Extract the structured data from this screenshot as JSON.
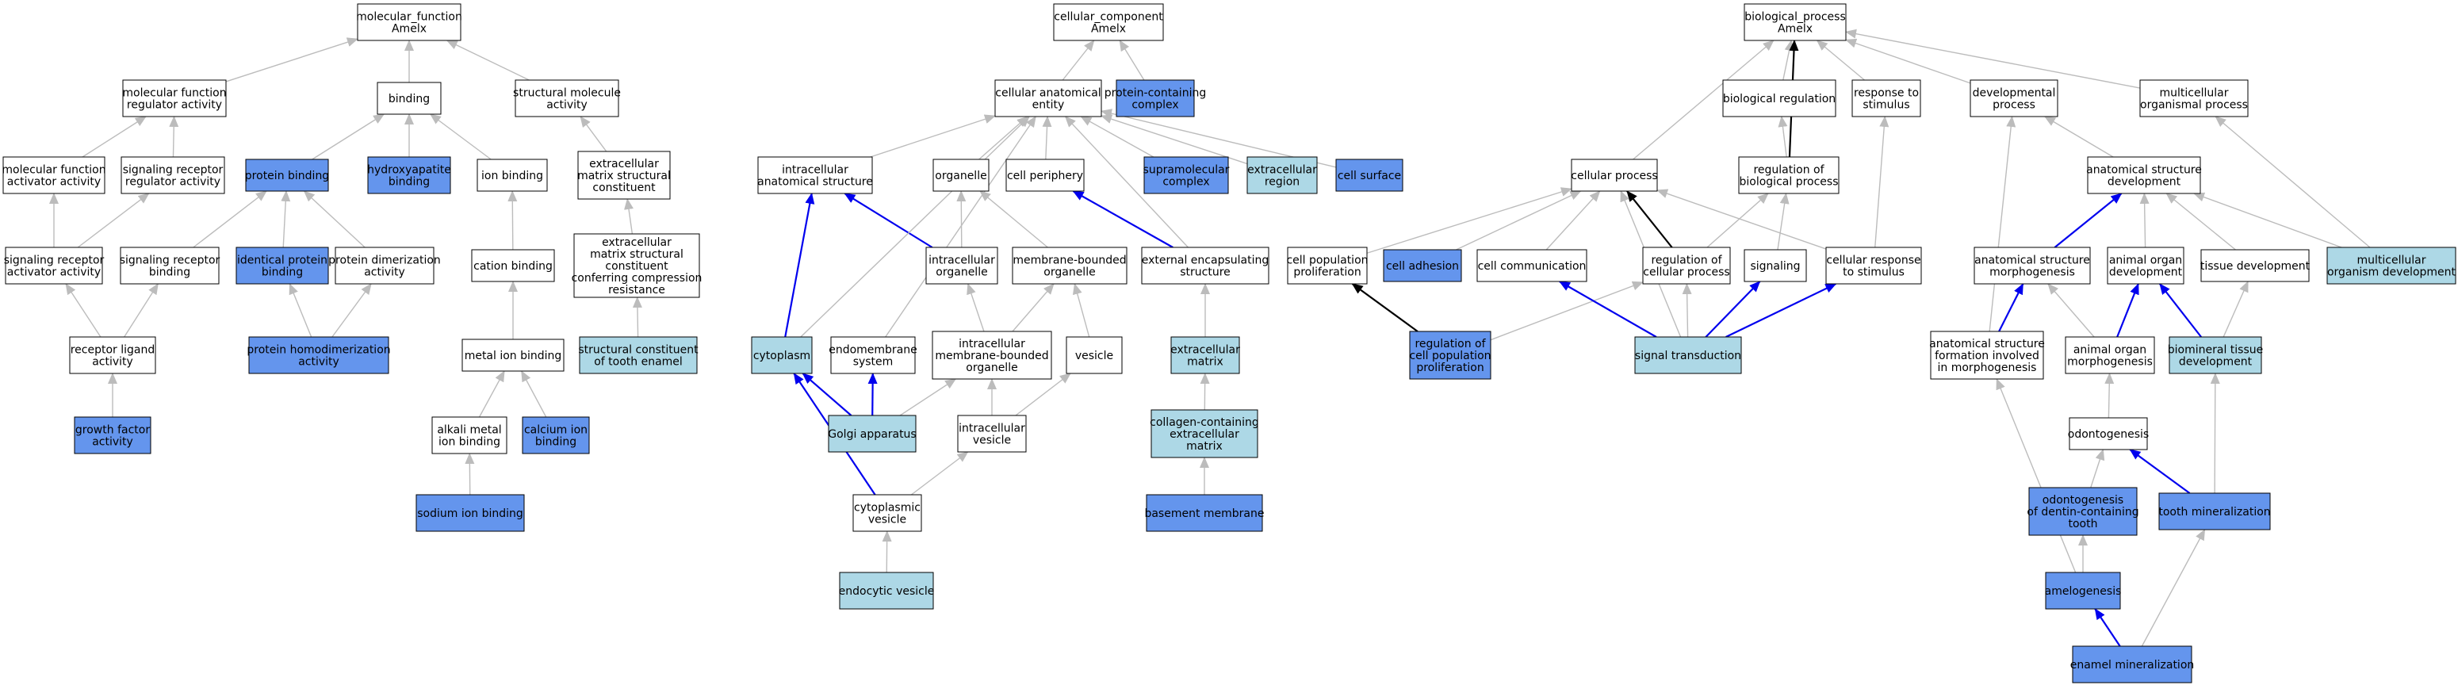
{
  "colors": {
    "white": "#ffffff",
    "blue": "#6495ed",
    "lightblue": "#add8e6",
    "edge_gray": "#bcbcbc",
    "edge_blue": "#0000ee",
    "edge_black": "#000000"
  },
  "nodes": [
    {
      "id": "mf",
      "lines": [
        "molecular_function",
        "Amelx"
      ],
      "fill": "white"
    },
    {
      "id": "mfreg",
      "lines": [
        "molecular function",
        "regulator activity"
      ],
      "fill": "white"
    },
    {
      "id": "binding",
      "lines": [
        "binding"
      ],
      "fill": "white"
    },
    {
      "id": "structmol",
      "lines": [
        "structural molecule",
        "activity"
      ],
      "fill": "white"
    },
    {
      "id": "mfact",
      "lines": [
        "molecular function",
        "activator activity"
      ],
      "fill": "white"
    },
    {
      "id": "srra",
      "lines": [
        "signaling receptor",
        "regulator activity"
      ],
      "fill": "white"
    },
    {
      "id": "protbind",
      "lines": [
        "protein binding"
      ],
      "fill": "blue"
    },
    {
      "id": "hydroxy",
      "lines": [
        "hydroxyapatite",
        "binding"
      ],
      "fill": "blue"
    },
    {
      "id": "ionbind",
      "lines": [
        "ion binding"
      ],
      "fill": "white"
    },
    {
      "id": "ecmsc",
      "lines": [
        "extracellular",
        "matrix structural",
        "constituent"
      ],
      "fill": "white"
    },
    {
      "id": "sraa",
      "lines": [
        "signaling receptor",
        "activator activity"
      ],
      "fill": "white"
    },
    {
      "id": "srb",
      "lines": [
        "signaling receptor",
        "binding"
      ],
      "fill": "white"
    },
    {
      "id": "identprot",
      "lines": [
        "identical protein",
        "binding"
      ],
      "fill": "blue"
    },
    {
      "id": "protdimer",
      "lines": [
        "protein dimerization",
        "activity"
      ],
      "fill": "white"
    },
    {
      "id": "cationbind",
      "lines": [
        "cation binding"
      ],
      "fill": "white"
    },
    {
      "id": "ecmscc",
      "lines": [
        "extracellular",
        "matrix structural",
        "constituent",
        "conferring compression",
        "resistance"
      ],
      "fill": "white"
    },
    {
      "id": "rla",
      "lines": [
        "receptor ligand",
        "activity"
      ],
      "fill": "white"
    },
    {
      "id": "phd",
      "lines": [
        "protein homodimerization",
        "activity"
      ],
      "fill": "blue"
    },
    {
      "id": "metalion",
      "lines": [
        "metal ion binding"
      ],
      "fill": "white"
    },
    {
      "id": "scte",
      "lines": [
        "structural constituent",
        "of tooth enamel"
      ],
      "fill": "lightblue"
    },
    {
      "id": "gfa",
      "lines": [
        "growth factor",
        "activity"
      ],
      "fill": "blue"
    },
    {
      "id": "alkali",
      "lines": [
        "alkali metal",
        "ion binding"
      ],
      "fill": "white"
    },
    {
      "id": "calcium",
      "lines": [
        "calcium ion",
        "binding"
      ],
      "fill": "blue"
    },
    {
      "id": "sodium",
      "lines": [
        "sodium ion binding"
      ],
      "fill": "blue"
    },
    {
      "id": "cc",
      "lines": [
        "cellular_component",
        "Amelx"
      ],
      "fill": "white"
    },
    {
      "id": "cae",
      "lines": [
        "cellular anatomical",
        "entity"
      ],
      "fill": "white"
    },
    {
      "id": "pcc",
      "lines": [
        "protein-containing",
        "complex"
      ],
      "fill": "blue"
    },
    {
      "id": "ias",
      "lines": [
        "intracellular",
        "anatomical structure"
      ],
      "fill": "white"
    },
    {
      "id": "organelle",
      "lines": [
        "organelle"
      ],
      "fill": "white"
    },
    {
      "id": "cellper",
      "lines": [
        "cell periphery"
      ],
      "fill": "white"
    },
    {
      "id": "supramol",
      "lines": [
        "supramolecular",
        "complex"
      ],
      "fill": "blue"
    },
    {
      "id": "ecregion",
      "lines": [
        "extracellular",
        "region"
      ],
      "fill": "lightblue"
    },
    {
      "id": "cellsurf",
      "lines": [
        "cell surface"
      ],
      "fill": "blue"
    },
    {
      "id": "intraorg",
      "lines": [
        "intracellular",
        "organelle"
      ],
      "fill": "white"
    },
    {
      "id": "mborg",
      "lines": [
        "membrane-bounded",
        "organelle"
      ],
      "fill": "white"
    },
    {
      "id": "exencap",
      "lines": [
        "external encapsulating",
        "structure"
      ],
      "fill": "white"
    },
    {
      "id": "cytoplasm",
      "lines": [
        "cytoplasm"
      ],
      "fill": "lightblue"
    },
    {
      "id": "endomem",
      "lines": [
        "endomembrane",
        "system"
      ],
      "fill": "white"
    },
    {
      "id": "imbo",
      "lines": [
        "intracellular",
        "membrane-bounded",
        "organelle"
      ],
      "fill": "white"
    },
    {
      "id": "vesicle",
      "lines": [
        "vesicle"
      ],
      "fill": "white"
    },
    {
      "id": "ecm",
      "lines": [
        "extracellular",
        "matrix"
      ],
      "fill": "lightblue"
    },
    {
      "id": "golgi",
      "lines": [
        "Golgi apparatus"
      ],
      "fill": "lightblue"
    },
    {
      "id": "intraves",
      "lines": [
        "intracellular",
        "vesicle"
      ],
      "fill": "white"
    },
    {
      "id": "collagen",
      "lines": [
        "collagen-containing",
        "extracellular",
        "matrix"
      ],
      "fill": "lightblue"
    },
    {
      "id": "cytoves",
      "lines": [
        "cytoplasmic",
        "vesicle"
      ],
      "fill": "white"
    },
    {
      "id": "basement",
      "lines": [
        "basement membrane"
      ],
      "fill": "blue"
    },
    {
      "id": "endoves",
      "lines": [
        "endocytic vesicle"
      ],
      "fill": "lightblue"
    },
    {
      "id": "bp",
      "lines": [
        "biological_process",
        "Amelx"
      ],
      "fill": "white"
    },
    {
      "id": "bioreg",
      "lines": [
        "biological regulation"
      ],
      "fill": "white"
    },
    {
      "id": "resp",
      "lines": [
        "response to",
        "stimulus"
      ],
      "fill": "white"
    },
    {
      "id": "devproc",
      "lines": [
        "developmental",
        "process"
      ],
      "fill": "white"
    },
    {
      "id": "multiorg",
      "lines": [
        "multicellular",
        "organismal process"
      ],
      "fill": "white"
    },
    {
      "id": "cellproc",
      "lines": [
        "cellular process"
      ],
      "fill": "white"
    },
    {
      "id": "regbio",
      "lines": [
        "regulation of",
        "biological process"
      ],
      "fill": "white"
    },
    {
      "id": "asd",
      "lines": [
        "anatomical structure",
        "development"
      ],
      "fill": "white"
    },
    {
      "id": "cpp",
      "lines": [
        "cell population",
        "proliferation"
      ],
      "fill": "white"
    },
    {
      "id": "celladh",
      "lines": [
        "cell adhesion"
      ],
      "fill": "blue"
    },
    {
      "id": "cellcomm",
      "lines": [
        "cell communication"
      ],
      "fill": "white"
    },
    {
      "id": "regcp",
      "lines": [
        "regulation of",
        "cellular process"
      ],
      "fill": "white"
    },
    {
      "id": "signaling",
      "lines": [
        "signaling"
      ],
      "fill": "white"
    },
    {
      "id": "crs",
      "lines": [
        "cellular response",
        "to stimulus"
      ],
      "fill": "white"
    },
    {
      "id": "asm",
      "lines": [
        "anatomical structure",
        "morphogenesis"
      ],
      "fill": "white"
    },
    {
      "id": "aod",
      "lines": [
        "animal organ",
        "development"
      ],
      "fill": "white"
    },
    {
      "id": "tissdev",
      "lines": [
        "tissue development"
      ],
      "fill": "white"
    },
    {
      "id": "mcod",
      "lines": [
        "multicellular",
        "organism development"
      ],
      "fill": "lightblue"
    },
    {
      "id": "rcpp",
      "lines": [
        "regulation of",
        "cell population",
        "proliferation"
      ],
      "fill": "blue"
    },
    {
      "id": "sigtrans",
      "lines": [
        "signal transduction"
      ],
      "fill": "lightblue"
    },
    {
      "id": "asfim",
      "lines": [
        "anatomical structure",
        "formation involved",
        "in morphogenesis"
      ],
      "fill": "white"
    },
    {
      "id": "aom",
      "lines": [
        "animal organ",
        "morphogenesis"
      ],
      "fill": "white"
    },
    {
      "id": "btd",
      "lines": [
        "biomineral tissue",
        "development"
      ],
      "fill": "lightblue"
    },
    {
      "id": "odonto",
      "lines": [
        "odontogenesis"
      ],
      "fill": "white"
    },
    {
      "id": "oodct",
      "lines": [
        "odontogenesis",
        "of dentin-containing",
        "tooth"
      ],
      "fill": "blue"
    },
    {
      "id": "toothmin",
      "lines": [
        "tooth mineralization"
      ],
      "fill": "blue"
    },
    {
      "id": "amelo",
      "lines": [
        "amelogenesis"
      ],
      "fill": "blue"
    },
    {
      "id": "enamel",
      "lines": [
        "enamel mineralization"
      ],
      "fill": "blue"
    }
  ],
  "edges": [
    [
      "mfreg",
      "mf",
      "gray"
    ],
    [
      "binding",
      "mf",
      "gray"
    ],
    [
      "structmol",
      "mf",
      "gray"
    ],
    [
      "mfact",
      "mfreg",
      "gray"
    ],
    [
      "srra",
      "mfreg",
      "gray"
    ],
    [
      "protbind",
      "binding",
      "gray"
    ],
    [
      "hydroxy",
      "binding",
      "gray"
    ],
    [
      "ionbind",
      "binding",
      "gray"
    ],
    [
      "ecmsc",
      "structmol",
      "gray"
    ],
    [
      "sraa",
      "mfact",
      "gray"
    ],
    [
      "sraa",
      "srra",
      "gray"
    ],
    [
      "srb",
      "protbind",
      "gray"
    ],
    [
      "identprot",
      "protbind",
      "gray"
    ],
    [
      "protdimer",
      "protbind",
      "gray"
    ],
    [
      "cationbind",
      "ionbind",
      "gray"
    ],
    [
      "ecmscc",
      "ecmsc",
      "gray"
    ],
    [
      "rla",
      "sraa",
      "gray"
    ],
    [
      "rla",
      "srb",
      "gray"
    ],
    [
      "phd",
      "identprot",
      "gray"
    ],
    [
      "phd",
      "protdimer",
      "gray"
    ],
    [
      "metalion",
      "cationbind",
      "gray"
    ],
    [
      "scte",
      "ecmscc",
      "gray"
    ],
    [
      "gfa",
      "rla",
      "gray"
    ],
    [
      "alkali",
      "metalion",
      "gray"
    ],
    [
      "calcium",
      "metalion",
      "gray"
    ],
    [
      "sodium",
      "alkali",
      "gray"
    ],
    [
      "cae",
      "cc",
      "gray"
    ],
    [
      "pcc",
      "cc",
      "gray"
    ],
    [
      "ias",
      "cae",
      "gray"
    ],
    [
      "organelle",
      "cae",
      "gray"
    ],
    [
      "cellper",
      "cae",
      "gray"
    ],
    [
      "supramol",
      "cae",
      "gray"
    ],
    [
      "ecregion",
      "cae",
      "gray"
    ],
    [
      "cellsurf",
      "cae",
      "gray"
    ],
    [
      "intraorg",
      "ias",
      "blue"
    ],
    [
      "intraorg",
      "organelle",
      "gray"
    ],
    [
      "mborg",
      "organelle",
      "gray"
    ],
    [
      "exencap",
      "cellper",
      "blue"
    ],
    [
      "exencap",
      "cae",
      "gray"
    ],
    [
      "cytoplasm",
      "ias",
      "blue"
    ],
    [
      "cytoplasm",
      "cae",
      "gray"
    ],
    [
      "endomem",
      "cae",
      "gray"
    ],
    [
      "imbo",
      "intraorg",
      "gray"
    ],
    [
      "imbo",
      "mborg",
      "gray"
    ],
    [
      "vesicle",
      "mborg",
      "gray"
    ],
    [
      "ecm",
      "exencap",
      "gray"
    ],
    [
      "golgi",
      "cytoplasm",
      "blue"
    ],
    [
      "golgi",
      "endomem",
      "blue"
    ],
    [
      "golgi",
      "imbo",
      "gray"
    ],
    [
      "intraves",
      "imbo",
      "gray"
    ],
    [
      "intraves",
      "vesicle",
      "gray"
    ],
    [
      "collagen",
      "ecm",
      "gray"
    ],
    [
      "cytoves",
      "intraves",
      "gray"
    ],
    [
      "cytoves",
      "cytoplasm",
      "blue"
    ],
    [
      "basement",
      "collagen",
      "gray"
    ],
    [
      "endoves",
      "cytoves",
      "gray"
    ],
    [
      "bioreg",
      "bp",
      "gray"
    ],
    [
      "resp",
      "bp",
      "gray"
    ],
    [
      "devproc",
      "bp",
      "gray"
    ],
    [
      "multiorg",
      "bp",
      "gray"
    ],
    [
      "cellproc",
      "bp",
      "gray"
    ],
    [
      "regbio",
      "bioreg",
      "gray"
    ],
    [
      "regbio",
      "bp",
      "black"
    ],
    [
      "asd",
      "devproc",
      "gray"
    ],
    [
      "mcod",
      "multiorg",
      "gray"
    ],
    [
      "cpp",
      "cellproc",
      "gray"
    ],
    [
      "celladh",
      "cellproc",
      "gray"
    ],
    [
      "cellcomm",
      "cellproc",
      "gray"
    ],
    [
      "regcp",
      "cellproc",
      "black"
    ],
    [
      "regcp",
      "regbio",
      "gray"
    ],
    [
      "signaling",
      "regbio",
      "gray"
    ],
    [
      "crs",
      "cellproc",
      "gray"
    ],
    [
      "crs",
      "resp",
      "gray"
    ],
    [
      "asm",
      "asd",
      "blue"
    ],
    [
      "aod",
      "asd",
      "gray"
    ],
    [
      "tissdev",
      "asd",
      "gray"
    ],
    [
      "mcod",
      "asd",
      "gray"
    ],
    [
      "rcpp",
      "cpp",
      "black"
    ],
    [
      "rcpp",
      "regcp",
      "gray"
    ],
    [
      "sigtrans",
      "cellcomm",
      "blue"
    ],
    [
      "sigtrans",
      "regcp",
      "gray"
    ],
    [
      "sigtrans",
      "signaling",
      "blue"
    ],
    [
      "sigtrans",
      "crs",
      "blue"
    ],
    [
      "sigtrans",
      "cellproc",
      "gray"
    ],
    [
      "asfim",
      "asm",
      "blue"
    ],
    [
      "asfim",
      "devproc",
      "gray"
    ],
    [
      "aom",
      "asm",
      "gray"
    ],
    [
      "aom",
      "aod",
      "blue"
    ],
    [
      "btd",
      "aod",
      "blue"
    ],
    [
      "btd",
      "tissdev",
      "gray"
    ],
    [
      "odonto",
      "aom",
      "gray"
    ],
    [
      "oodct",
      "odonto",
      "gray"
    ],
    [
      "toothmin",
      "odonto",
      "blue"
    ],
    [
      "toothmin",
      "btd",
      "gray"
    ],
    [
      "amelo",
      "oodct",
      "gray"
    ],
    [
      "amelo",
      "asfim",
      "gray"
    ],
    [
      "enamel",
      "amelo",
      "blue"
    ],
    [
      "enamel",
      "toothmin",
      "gray"
    ]
  ]
}
